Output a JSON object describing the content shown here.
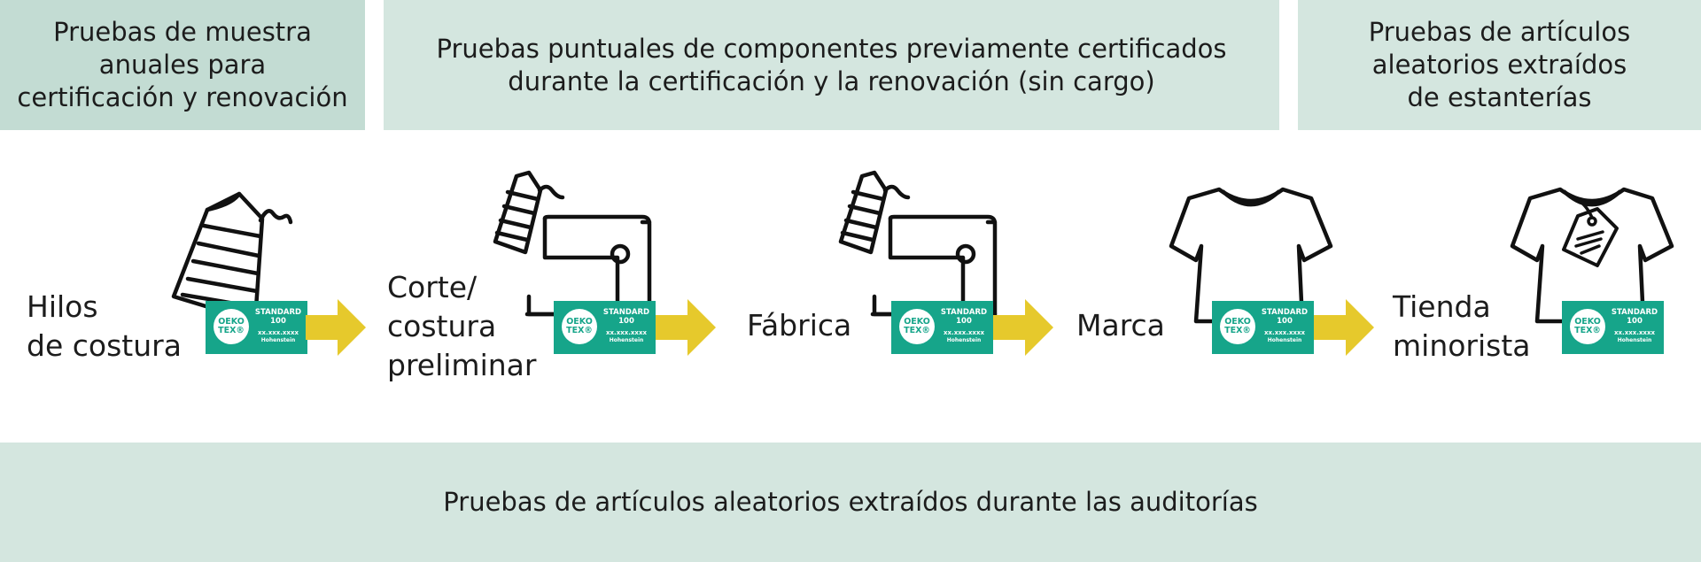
{
  "bands": {
    "annual_tests": "Pruebas de muestra\nanuales para\ncertificación y renovación",
    "spot_tests": "Pruebas puntuales de componentes previamente certificados\ndurante la certificación y la renovación (sin cargo)",
    "shelf_tests": "Pruebas de artículos\naleatorios extraídos\nde estanterías",
    "audit_tests": "Pruebas de artículos aleatorios extraídos durante las auditorías"
  },
  "stages": [
    {
      "label": "Hilos\nde costura",
      "icon": "thread-spool-icon"
    },
    {
      "label": "Corte/\ncostura\npreliminar",
      "icon": "sewing-machine-icon"
    },
    {
      "label": "Fábrica",
      "icon": "sewing-machine-icon"
    },
    {
      "label": "Marca",
      "icon": "tshirt-icon"
    },
    {
      "label": "Tienda\nminorista",
      "icon": "tshirt-tag-icon"
    }
  ],
  "certificate_label": {
    "logo": "OEKO\nTEX®",
    "standard": "STANDARD\n100",
    "number": "xx.xxx.xxxx",
    "institute": "Hohenstein"
  },
  "colors": {
    "band_dark": "#c3dcd3",
    "band_light": "#d4e6df",
    "label_green": "#16a58a",
    "arrow_yellow": "#e6c92c"
  }
}
